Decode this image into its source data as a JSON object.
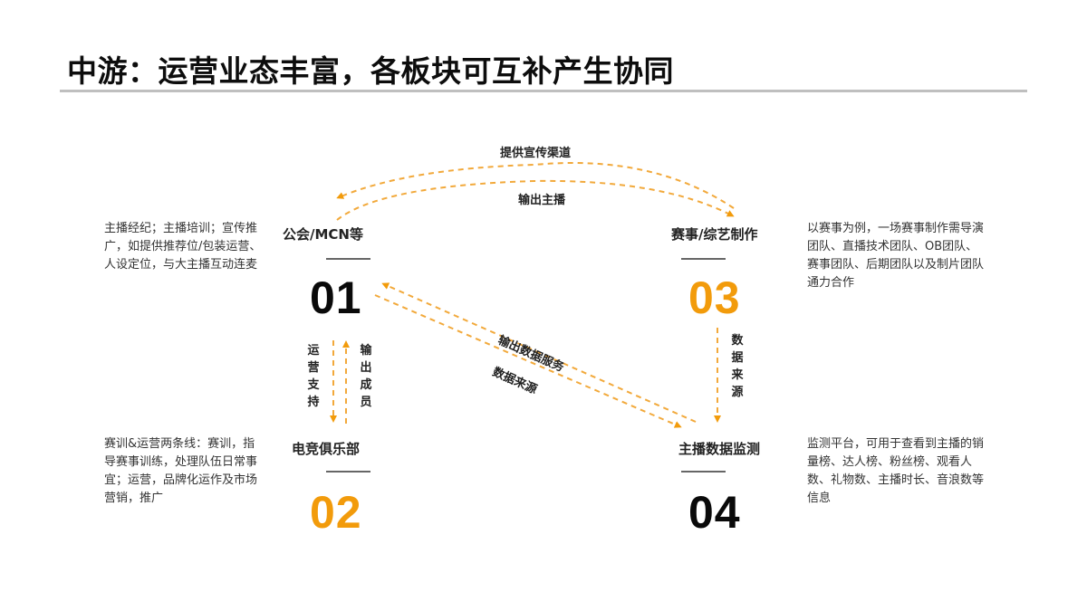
{
  "title": "中游：运营业态丰富，各板块可互补产生协同",
  "colors": {
    "accent": "#f29b0b",
    "text": "#222222",
    "rule": "#bfbfbf"
  },
  "nodes": [
    {
      "id": "01",
      "number": "01",
      "label": "公会/MCN等",
      "number_color": "black",
      "description": "主播经纪；主播培训；宣传推广，如提供推荐位/包装运营、人设定位，与大主播互动连麦"
    },
    {
      "id": "02",
      "number": "02",
      "label": "电竞俱乐部",
      "number_color": "orange",
      "description": "赛训&运营两条线：赛训，指导赛事训练，处理队伍日常事宜；运营，品牌化运作及市场营销，推广"
    },
    {
      "id": "03",
      "number": "03",
      "label": "赛事/综艺制作",
      "number_color": "orange",
      "description": "以赛事为例，一场赛事制作需导演团队、直播技术团队、OB团队、赛事团队、后期团队以及制片团队通力合作"
    },
    {
      "id": "04",
      "number": "04",
      "label": "主播数据监测",
      "number_color": "black",
      "description": "监测平台，可用于查看到主播的销量榜、达人榜、粉丝榜、观看人数、礼物数、主播时长、音浪数等信息"
    }
  ],
  "edges": [
    {
      "from": "03",
      "to": "01",
      "label": "提供宣传渠道"
    },
    {
      "from": "01",
      "to": "03",
      "label": "输出主播"
    },
    {
      "from": "01",
      "to": "02",
      "label": "运营支持"
    },
    {
      "from": "02",
      "to": "01",
      "label": "输出成员"
    },
    {
      "from": "04",
      "to": "01",
      "label": "输出数据服务"
    },
    {
      "from": "01",
      "to": "04",
      "label": "数据来源"
    },
    {
      "from": "03",
      "to": "04",
      "label": "数据来源"
    }
  ]
}
